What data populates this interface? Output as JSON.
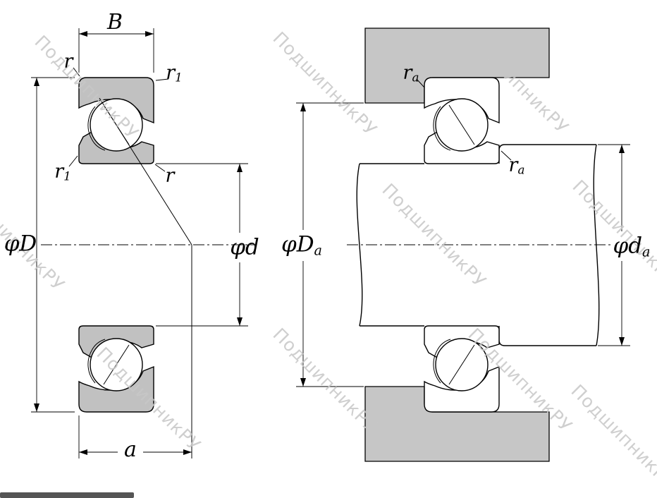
{
  "watermark": {
    "text": "ПодшипникРУ"
  },
  "labels": {
    "B": {
      "base": "B",
      "sub": ""
    },
    "r_top_left": {
      "base": "r",
      "sub": ""
    },
    "r1_top_right": {
      "base": "r",
      "sub": "1"
    },
    "r1_mid_left": {
      "base": "r",
      "sub": "1"
    },
    "r_mid": {
      "base": "r",
      "sub": ""
    },
    "phi_D": {
      "base": "φD",
      "sub": ""
    },
    "phi_d": {
      "base": "φd",
      "sub": ""
    },
    "a_dim": {
      "base": "a",
      "sub": ""
    },
    "ra_top": {
      "base": "r",
      "sub": "a"
    },
    "ra_mid": {
      "base": "r",
      "sub": "a"
    },
    "phi_Da": {
      "base": "φD",
      "sub": "a"
    },
    "phi_da": {
      "base": "φd",
      "sub": "a"
    }
  },
  "views": {
    "left": {
      "name": "angular-contact-bearing-cross-section"
    },
    "right": {
      "name": "bearing-mounted-on-shaft-in-housing"
    }
  },
  "colors": {
    "ring_fill": "#c1c1c1",
    "housing_fill": "#c6c6c6",
    "line": "#000000",
    "watermark": "#c7c7c7"
  }
}
